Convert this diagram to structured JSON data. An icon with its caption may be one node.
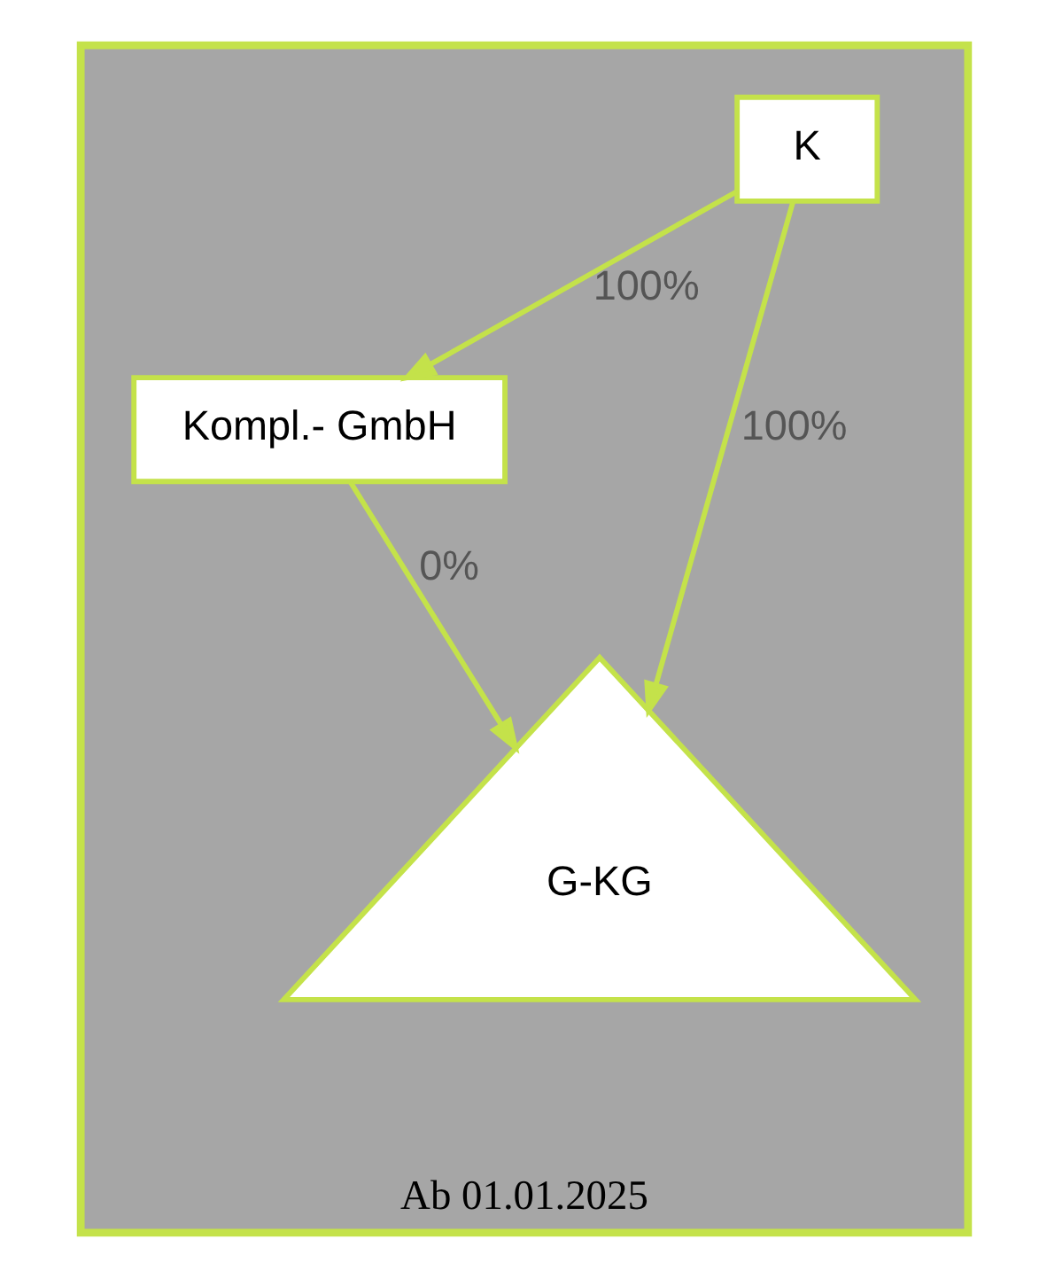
{
  "diagram": {
    "nodes": [
      {
        "text": [
          "Ab 01.01.2025"
        ]
      },
      {
        "text": [
          "K"
        ],
        "in": 0
      },
      {
        "text": [
          "Kompl.- GmbH"
        ],
        "in": 0
      },
      {
        "text": [
          "G-KG"
        ],
        "in": 0
      }
    ],
    "edges": [
      {
        "from": 1,
        "to": 2,
        "arrow": "to",
        "label": "100%"
      },
      {
        "from": 1,
        "to": 3,
        "arrow": "to",
        "label": "100%"
      },
      {
        "from": 2,
        "to": 3,
        "arrow": "to",
        "label": "0%"
      }
    ]
  }
}
